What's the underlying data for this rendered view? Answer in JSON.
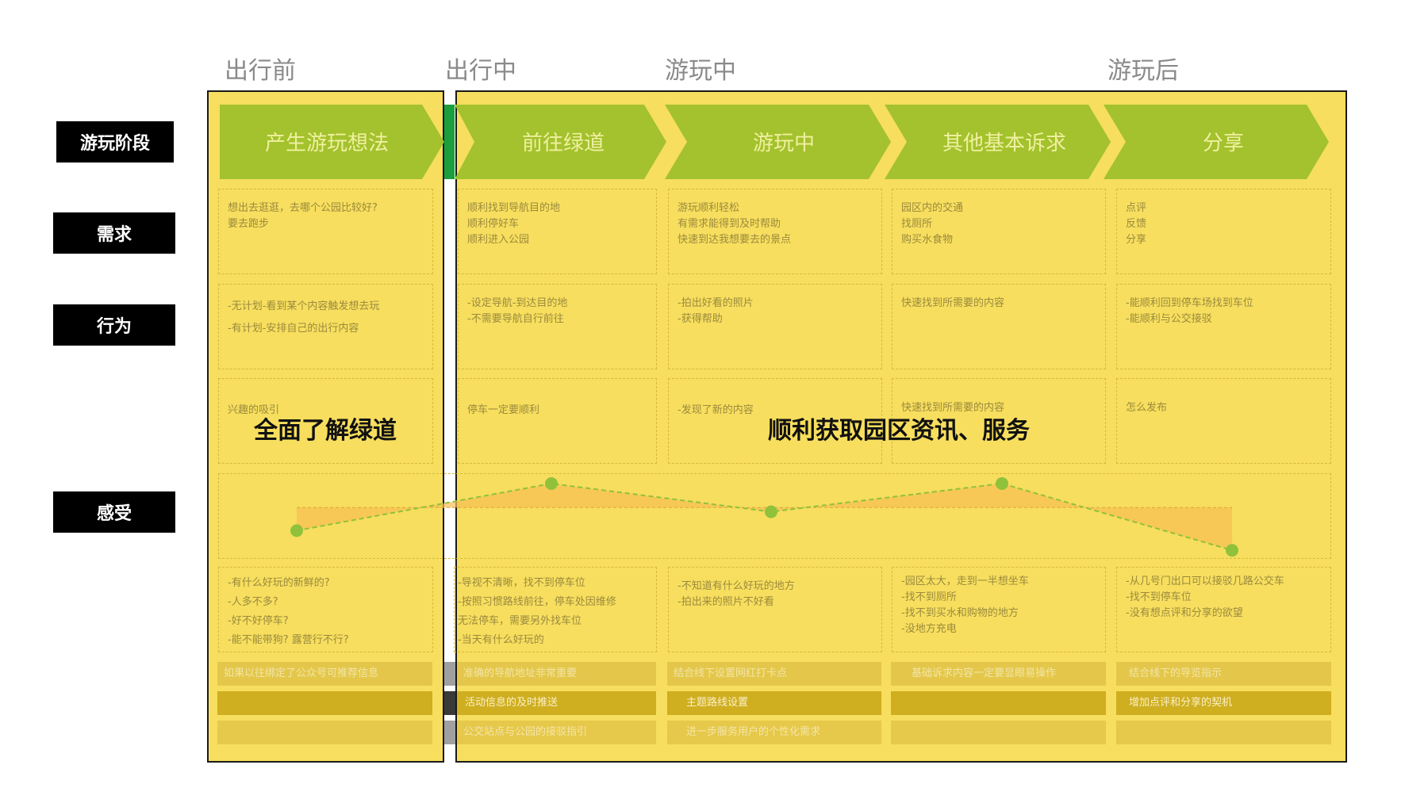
{
  "phases": [
    "出行前",
    "出行中",
    "游玩中",
    "游玩后"
  ],
  "row_labels": [
    "游玩阶段",
    "需求",
    "行为",
    "感受"
  ],
  "stages": [
    "产生游玩想法",
    "前往绿道",
    "游玩中",
    "其他基本诉求",
    "分享"
  ],
  "needs": [
    "想出去逛逛，去哪个公园比较好?\n要去跑步",
    "顺利找到导航目的地\n顺利停好车\n顺利进入公园",
    "游玩顺利轻松\n有需求能得到及时帮助\n快速到达我想要去的景点",
    "园区内的交通\n找厕所\n购买水食物",
    "点评\n反馈\n分享"
  ],
  "behaviors": [
    "-无计划-看到某个内容触发想去玩\n-有计划-安排自己的出行内容",
    "-设定导航-到达目的地\n-不需要导航自行前往",
    "-拍出好看的照片\n-获得帮助",
    "快速找到所需要的内容",
    "-能顺利回到停车场找到车位\n-能顺利与公交接驳"
  ],
  "triggers": [
    "兴趣的吸引",
    "停车一定要顺利",
    "-发现了新的内容",
    "快速找到所需要的内容",
    "怎么发布"
  ],
  "overlays": [
    "全面了解绿道",
    "顺利获取园区资讯、服务"
  ],
  "pain_points": [
    "-有什么好玩的新鲜的?\n-人多不多?\n-好不好停车?\n-能不能带狗? 露营行不行?",
    "-导视不清晰，找不到停车位\n-按照习惯路线前往，停车处因维修\n无法停车，需要另外找车位\n-当天有什么好玩的",
    "-不知道有什么好玩的地方\n-拍出来的照片不好看",
    "-园区太大，走到一半想坐车\n-找不到厕所\n-找不到买水和购物的地方\n-没地方充电",
    "-从几号门出口可以接驳几路公交车\n-找不到停车位\n-没有想点评和分享的欲望"
  ],
  "opportunities": {
    "row1": [
      "如果以往绑定了公众号可推荐信息",
      "准确的导航地址非常重要",
      "结合线下设置网红打卡点",
      "基础诉求内容一定要显眼易操作",
      "结合线下的导览指示"
    ],
    "row2": [
      "",
      "活动信息的及时推送",
      "主题路线设置",
      "",
      "增加点评和分享的契机"
    ],
    "row3": [
      "",
      "公交站点与公园的接驳指引",
      "进一步服务用户的个性化需求",
      "",
      ""
    ]
  },
  "colors": {
    "panel": "#f7de5e",
    "chevron": "#a3c22d",
    "chevron_text": "#f0f0a0",
    "emotion_line": "#8fc23a",
    "emotion_fill": "#f6bf52"
  },
  "emotion_curve": [
    {
      "stage": "产生游玩想法",
      "level": 0.33
    },
    {
      "stage": "前往绿道",
      "level": 0.88
    },
    {
      "stage": "游玩中",
      "level": 0.55
    },
    {
      "stage": "其他基本诉求",
      "level": 0.88
    },
    {
      "stage": "分享",
      "level": 0.1
    }
  ]
}
